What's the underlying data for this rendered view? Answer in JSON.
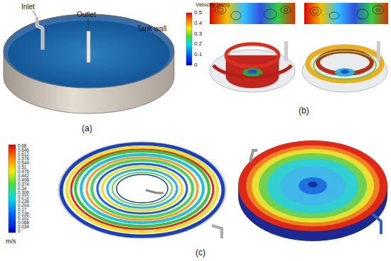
{
  "diagram": {
    "labels": [
      "Inlet",
      "Outlet",
      "Tank wall",
      "(a)",
      "Velocity (m/s)",
      "0.5",
      "0.4",
      "0.3",
      "0.2",
      "0.1",
      "0",
      "(b)",
      "0.68",
      "0.646",
      "0.612",
      "0.578",
      "0.544",
      "0.51",
      "0.476",
      "0.442",
      "0.408",
      "0.374",
      "0.34",
      "0.306",
      "0.272",
      "0.238",
      "0.204",
      "0.17",
      "0.136",
      "0.102",
      "0.068",
      "0.034",
      "0",
      "m/s",
      "(c)"
    ]
  }
}
